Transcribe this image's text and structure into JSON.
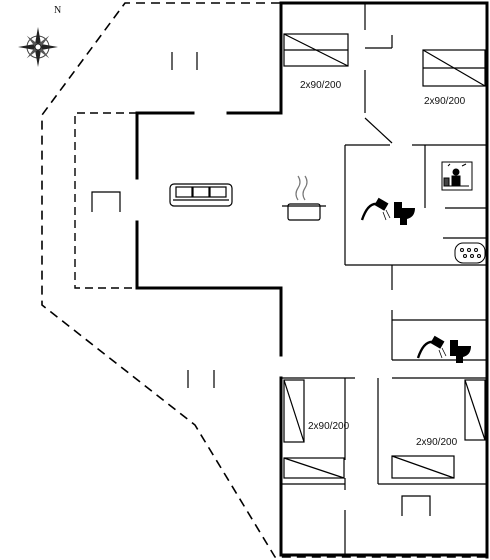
{
  "compass": {
    "north_label": "N",
    "icon": "compass-rose-icon"
  },
  "bedrooms": [
    {
      "bed_label": "2x90/200"
    },
    {
      "bed_label": "2x90/200"
    },
    {
      "bed_label": "2x90/200"
    },
    {
      "bed_label": "2x90/200"
    }
  ],
  "icons": {
    "sofa": "sofa-icon",
    "cooking_pot": "cooking-pot-icon",
    "shower": "shower-icon",
    "toilet": "toilet-icon",
    "sauna": "sauna-icon",
    "hot_tub": "whirlpool-icon",
    "garden_chair": "garden-chair-icon"
  },
  "colors": {
    "wall": "#000000",
    "outline": "#000000",
    "background": "#ffffff"
  }
}
